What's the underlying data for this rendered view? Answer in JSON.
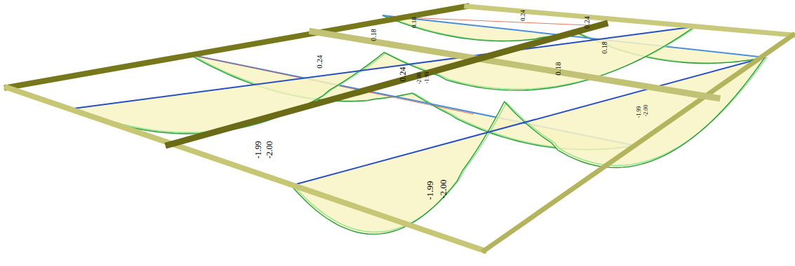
{
  "diagram": {
    "labels": [
      "0.18",
      "0.18",
      "0.24",
      "0.24",
      "0.24",
      "0.24",
      "0.18",
      "0.18",
      "-1.99",
      "-2.00",
      "-2.00",
      "-1.99",
      "-1.99",
      "-2.00",
      "-1.99",
      "-2.00"
    ]
  }
}
